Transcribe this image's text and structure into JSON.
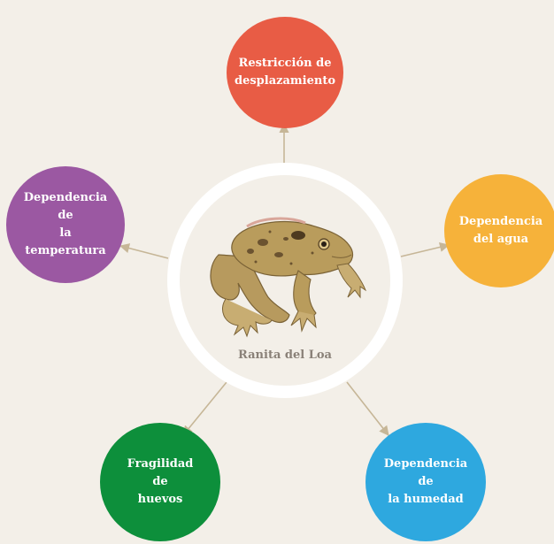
{
  "center": {
    "label": "Ranita del Loa",
    "image": "frog-illustration"
  },
  "nodes": [
    {
      "id": "restriccion",
      "line1": "Restricción de",
      "line2": "desplazamiento",
      "color": "#e85c45"
    },
    {
      "id": "agua",
      "line1": "Dependencia",
      "line2": "del agua",
      "color": "#f6b23a"
    },
    {
      "id": "humedad",
      "line1": "Dependencia de",
      "line2": "la humedad",
      "color": "#2ea8df"
    },
    {
      "id": "huevos",
      "line1": "Fragilidad de",
      "line2": "huevos",
      "color": "#0d8f3b"
    },
    {
      "id": "temperatura",
      "line1": "Dependencia de",
      "line2": "la temperatura",
      "color": "#9b58a2"
    }
  ],
  "colors": {
    "background": "#f3efe8",
    "connector": "#c6b697",
    "ring": "#ffffff"
  }
}
